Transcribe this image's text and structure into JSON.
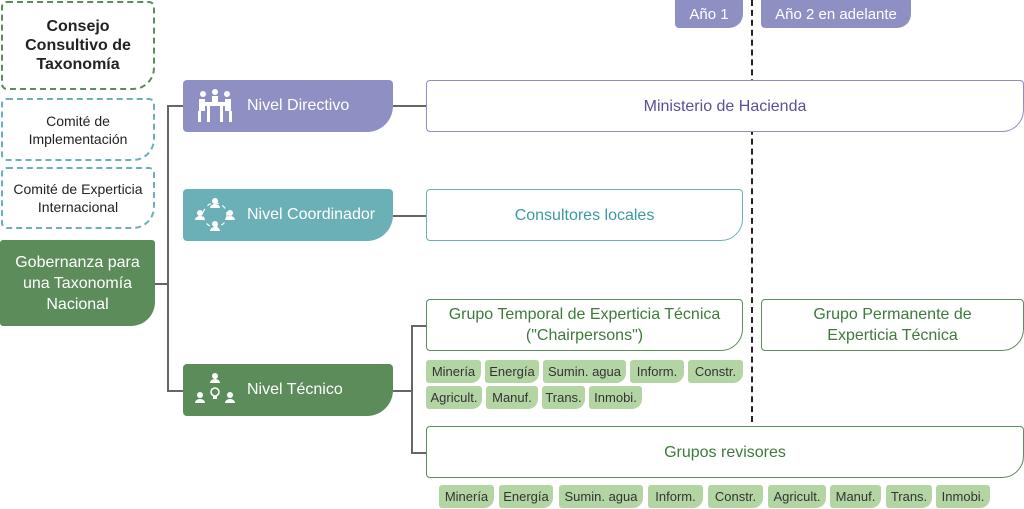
{
  "left": {
    "consejo": "Consejo Consultivo de Taxonomía",
    "comite_impl": "Comité de Implementación",
    "comite_exp": "Comité de Experticia Internacional",
    "gobernanza": "Gobernanza para una Taxonomía Nacional"
  },
  "levels": {
    "directivo": "Nivel Directivo",
    "coordinador": "Nivel Coordinador",
    "tecnico": "Nivel Técnico"
  },
  "years": {
    "y1": "Año 1",
    "y2": "Año 2 en adelante"
  },
  "boxes": {
    "ministerio": "Ministerio de Hacienda",
    "consultores": "Consultores locales",
    "grupo_temporal": "Grupo Temporal de Experticia Técnica (\"Chairpersons\")",
    "grupo_permanente": "Grupo Permanente de Experticia Técnica",
    "revisores": "Grupos revisores"
  },
  "sector_tags": [
    "Minería",
    "Energía",
    "Sumin. agua",
    "Inform.",
    "Constr.",
    "Agricult.",
    "Manuf.",
    "Trans.",
    "Inmobi."
  ],
  "colors": {
    "green": "#5b8c5a",
    "purple": "#8e8fc3",
    "teal": "#6bb0b6",
    "tag": "#b3d5a3"
  }
}
